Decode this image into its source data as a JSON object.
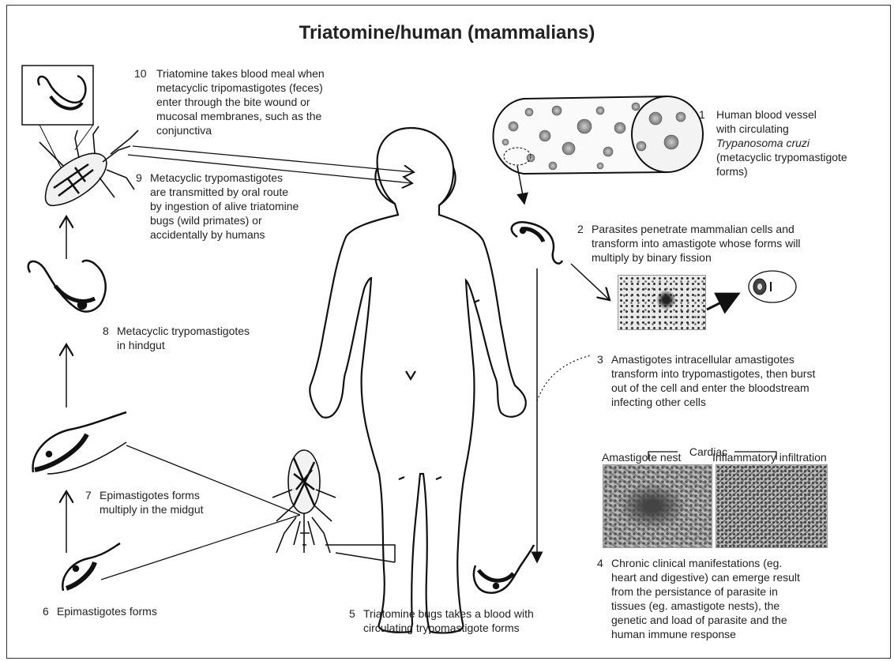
{
  "title": "Triatomine/human (mammalians)",
  "steps": {
    "s1": {
      "num": "1",
      "line1": "Human blood vessel",
      "line2": "with circulating",
      "line3_italic": "Trypanosoma cruzi",
      "line4": "(metacyclic trypomastigote\nforms)"
    },
    "s2": {
      "num": "2",
      "text": "Parasites penetrate mammalian cells and\ntransform into amastigote whose forms will\nmultiply by binary fission"
    },
    "s3": {
      "num": "3",
      "text": "Amastigotes intracellular amastigotes\ntransform into trypomastigotes, then burst\nout of the cell and enter the bloodstream\ninfecting other cells"
    },
    "s4": {
      "num": "4",
      "text": "Chronic clinical manifestations (eg.\nheart and digestive) can emerge result\nfrom the persistance of parasite in\ntissues (eg. amastigote nests), the\ngenetic and load of parasite and the\nhuman immune response"
    },
    "s5": {
      "num": "5",
      "text": "Triatomine bugs takes a blood with\ncirculating trypomastigote forms"
    },
    "s6": {
      "num": "6",
      "text": "Epimastigotes forms"
    },
    "s7": {
      "num": "7",
      "text": "Epimastigotes forms\nmultiply in the midgut"
    },
    "s8": {
      "num": "8",
      "text": "Metacyclic trypomastigotes\nin hindgut"
    },
    "s9": {
      "num": "9",
      "text": "Metacyclic trypomastigotes\nare transmitted by oral route\nby ingestion of alive triatomine\nbugs (wild primates) or\naccidentally by humans"
    },
    "s10": {
      "num": "10",
      "text": "Triatomine takes blood meal when\nmetacyclic tripomastigotes (feces)\nenter through the bite wound or\nmucosal membranes, such as the\nconjunctiva"
    }
  },
  "cardiac": {
    "heading": "Cardiac",
    "left_label": "Amastigote nest",
    "right_label": "Inflammatory infiltration"
  }
}
